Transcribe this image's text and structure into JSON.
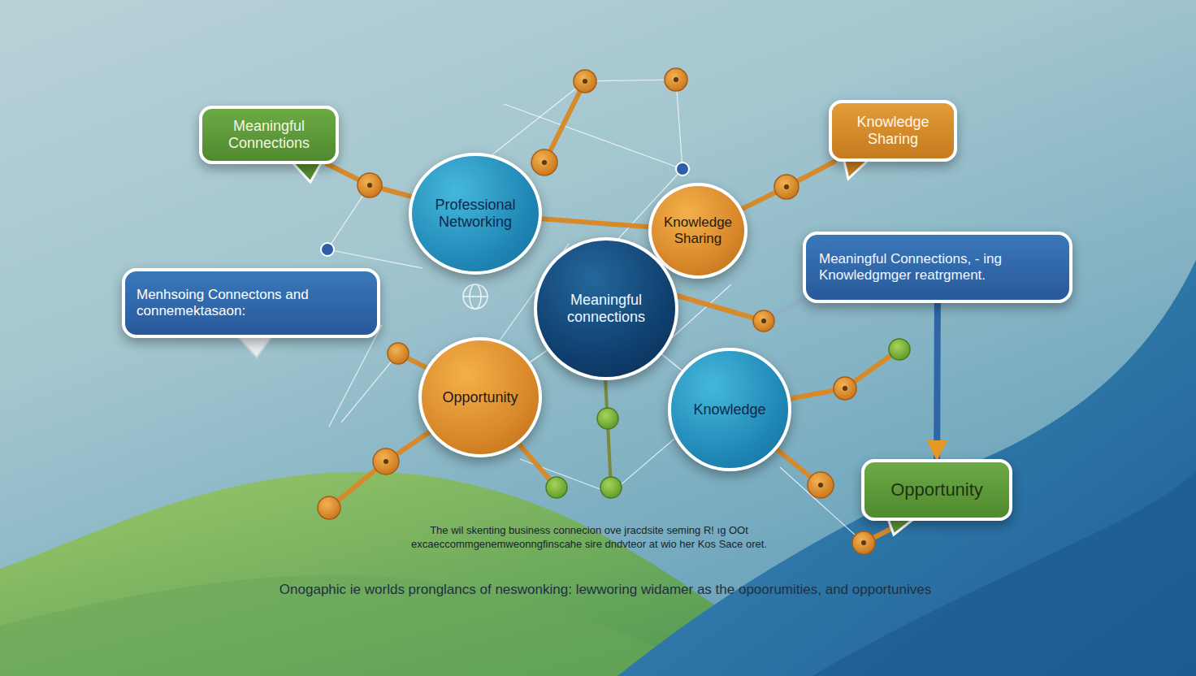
{
  "diagram": {
    "caption": "Onogaphic ie worlds pronglancs of neswonking: lewworing widamer as the opoorumities, and opportunives",
    "nodes": [
      {
        "text": [
          "Meaningful Connections"
        ]
      },
      {
        "text": [
          "Knowledge Sharing"
        ]
      },
      {
        "text": [
          "Professional Networking"
        ]
      },
      {
        "text": [
          "Knowledge Sharing"
        ]
      },
      {
        "text": [
          "Menhsoing Connectons and connemektasaon:"
        ]
      },
      {
        "text": [
          "Meaningful connections"
        ]
      },
      {
        "text": [
          "Meaningful Connections, - ing Knowledgmger reatrgment."
        ]
      },
      {
        "text": [
          "Opportunity"
        ]
      },
      {
        "text": [
          "Knowledge"
        ]
      },
      {
        "text": [
          "Opportunity"
        ]
      }
    ],
    "edges": [
      {
        "from": 0,
        "to": 2,
        "arrow": "none"
      },
      {
        "from": 2,
        "to": 3,
        "arrow": "none"
      },
      {
        "from": 3,
        "to": 1,
        "arrow": "none"
      },
      {
        "from": 6,
        "to": 9,
        "arrow": "to"
      },
      {
        "from": 5,
        "to": 7,
        "arrow": "none"
      },
      {
        "from": 5,
        "to": 8,
        "arrow": "none"
      }
    ],
    "labels": [
      "The wil skenting business connecion ove jracdsite seming R! ıg OOt excaeccommgenemweonngfinscahe sire dndvteor at wio her Kos Sace oret."
    ]
  }
}
